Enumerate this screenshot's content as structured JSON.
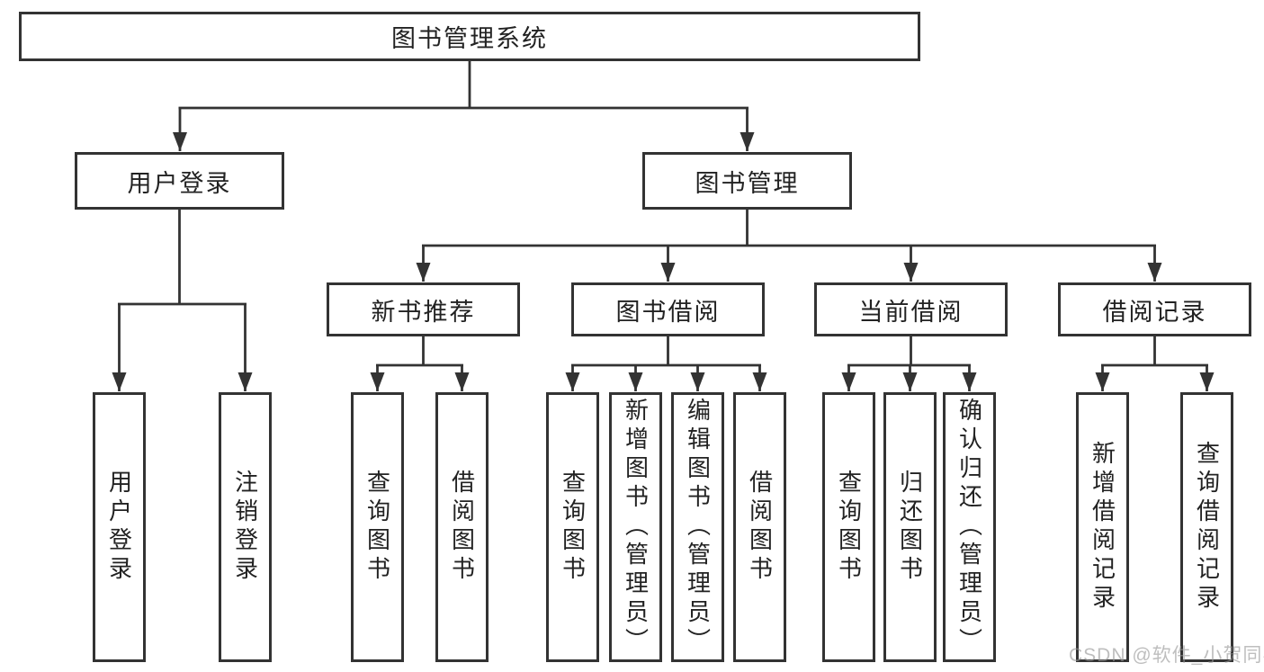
{
  "diagram": {
    "nodes": {
      "root": {
        "label": "图书管理系统"
      },
      "level2": [
        {
          "label": "用户登录"
        },
        {
          "label": "图书管理"
        }
      ],
      "level3": [
        {
          "label": "新书推荐"
        },
        {
          "label": "图书借阅"
        },
        {
          "label": "当前借阅"
        },
        {
          "label": "借阅记录"
        }
      ],
      "leaves": {
        "user_login": [
          {
            "label": "用户登录"
          },
          {
            "label": "注销登录"
          }
        ],
        "new_book_recommend": [
          {
            "label": "查询图书"
          },
          {
            "label": "借阅图书"
          }
        ],
        "book_borrow": [
          {
            "label": "查询图书"
          },
          {
            "label": "新增图书（管理员）"
          },
          {
            "label": "编辑图书（管理员）"
          },
          {
            "label": "借阅图书"
          }
        ],
        "current_borrow": [
          {
            "label": "查询图书"
          },
          {
            "label": "归还图书"
          },
          {
            "label": "确认归还（管理员）"
          }
        ],
        "borrow_records": [
          {
            "label": "新增借阅记录"
          },
          {
            "label": "查询借阅记录"
          }
        ]
      }
    },
    "colors": {
      "line": "#333333",
      "text": "#222222",
      "background": "#ffffff",
      "watermark": "#969696"
    },
    "watermark": {
      "text": "CSDN @软件_小贺同学"
    }
  }
}
